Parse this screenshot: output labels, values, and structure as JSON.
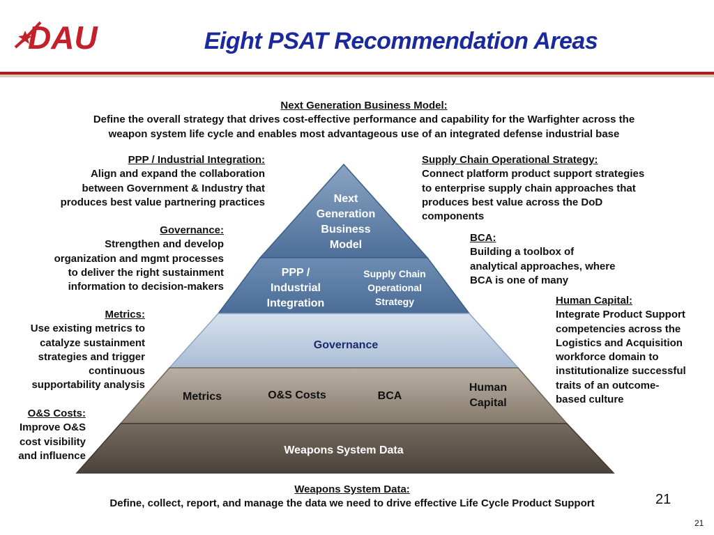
{
  "title": "Eight PSAT Recommendation Areas",
  "logo": {
    "text": "DAU",
    "color": "#c4202c"
  },
  "colors": {
    "title": "#1a2a9c",
    "rule_red": "#b01a24",
    "rule_tan": "#d9cdb7"
  },
  "pyramid": {
    "top": {
      "label_lines": [
        "Next",
        "Generation",
        "Business",
        "Model"
      ]
    },
    "ppp": {
      "label_lines": [
        "PPP /",
        "Industrial",
        "Integration"
      ]
    },
    "supply": {
      "label_lines": [
        "Supply Chain",
        "Operational",
        "Strategy"
      ]
    },
    "governance": {
      "label": "Governance"
    },
    "metrics": {
      "label": "Metrics"
    },
    "os_costs": {
      "label": "O&S Costs"
    },
    "bca": {
      "label": "BCA"
    },
    "human": {
      "label_lines": [
        "Human",
        "Capital"
      ]
    },
    "weapons": {
      "label": "Weapons System Data"
    }
  },
  "callouts": {
    "ngbm": {
      "heading": "Next Generation Business Model:",
      "lines": [
        "Define the overall strategy that drives cost-effective performance and capability for the Warfighter across the",
        "weapon system life cycle and enables most advantageous use of an integrated defense industrial base"
      ]
    },
    "ppp": {
      "heading": "PPP / Industrial Integration:",
      "lines": [
        "Align and expand the collaboration",
        "between Government & Industry that",
        "produces best value partnering practices"
      ]
    },
    "supply": {
      "heading": "Supply Chain Operational Strategy:",
      "lines": [
        "Connect platform product support strategies",
        "to enterprise supply chain approaches that",
        "produces best value across the DoD",
        "components"
      ]
    },
    "governance": {
      "heading": "Governance:",
      "lines": [
        "Strengthen and develop",
        "organization and mgmt processes",
        "to deliver the right sustainment",
        "information to decision-makers"
      ]
    },
    "bca": {
      "heading": "BCA:",
      "lines": [
        "Building a toolbox of",
        "analytical approaches, where",
        "BCA is one of many"
      ]
    },
    "metrics": {
      "heading": "Metrics:",
      "lines": [
        "Use existing metrics to",
        "catalyze sustainment",
        "strategies and trigger",
        "continuous",
        "supportability analysis"
      ]
    },
    "human": {
      "heading": "Human Capital:",
      "lines": [
        "Integrate Product Support",
        "competencies across the",
        "Logistics and Acquisition",
        "workforce domain to",
        "institutionalize successful",
        "traits of an outcome-",
        "based culture"
      ]
    },
    "os_costs": {
      "heading": "O&S Costs:",
      "lines": [
        "Improve O&S",
        "cost visibility",
        "and influence"
      ]
    },
    "weapons": {
      "heading": "Weapons System Data:",
      "lines": [
        "Define, collect, report, and manage the data we need to drive effective Life Cycle Product Support"
      ]
    }
  },
  "slide_number": "21",
  "page_number": "21"
}
